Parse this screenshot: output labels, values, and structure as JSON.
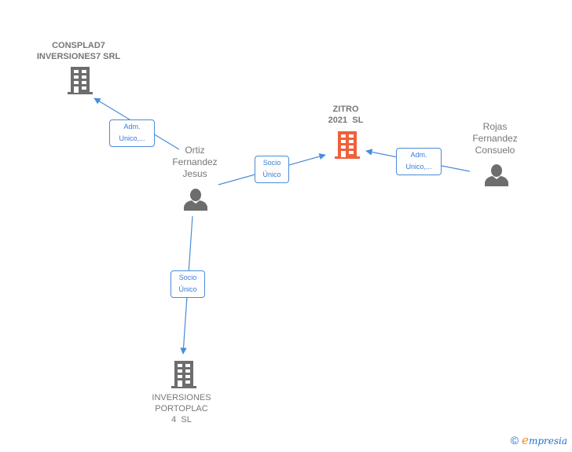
{
  "nodes": {
    "consplad7": {
      "type": "company",
      "label_line1": "CONSPLAD7",
      "label_line2": "INVERSIONES7 SRL",
      "icon": "building-icon",
      "color": "#6d6d6d"
    },
    "ortiz": {
      "type": "person",
      "label_line1": "Ortiz",
      "label_line2": "Fernandez",
      "label_line3": "Jesus",
      "icon": "person-icon",
      "color": "#6d6d6d"
    },
    "zitro": {
      "type": "company",
      "label_line1": "ZITRO",
      "label_line2": "2021  SL",
      "icon": "building-icon",
      "color": "#f0603a",
      "highlighted": true
    },
    "rojas": {
      "type": "person",
      "label_line1": "Rojas",
      "label_line2": "Fernandez",
      "label_line3": "Consuelo",
      "icon": "person-icon",
      "color": "#6d6d6d"
    },
    "portoplac": {
      "type": "company",
      "label_line1": "INVERSIONES",
      "label_line2": "PORTOPLAC",
      "label_line3": "4  SL",
      "icon": "building-icon",
      "color": "#6d6d6d"
    }
  },
  "edges": [
    {
      "from": "ortiz",
      "to": "consplad7",
      "label_line1": "Adm.",
      "label_line2": "Unico,..."
    },
    {
      "from": "ortiz",
      "to": "zitro",
      "label_line1": "Socio",
      "label_line2": "Único"
    },
    {
      "from": "rojas",
      "to": "zitro",
      "label_line1": "Adm.",
      "label_line2": "Unico,..."
    },
    {
      "from": "ortiz",
      "to": "portoplac",
      "label_line1": "Socio",
      "label_line2": "Único"
    }
  ],
  "colors": {
    "edge": "#4a8cd8",
    "node_gray": "#6d6d6d",
    "highlight": "#f0603a"
  },
  "footer": {
    "copyright_symbol": "©",
    "brand_initial": "e",
    "brand_rest": "mpresia"
  }
}
